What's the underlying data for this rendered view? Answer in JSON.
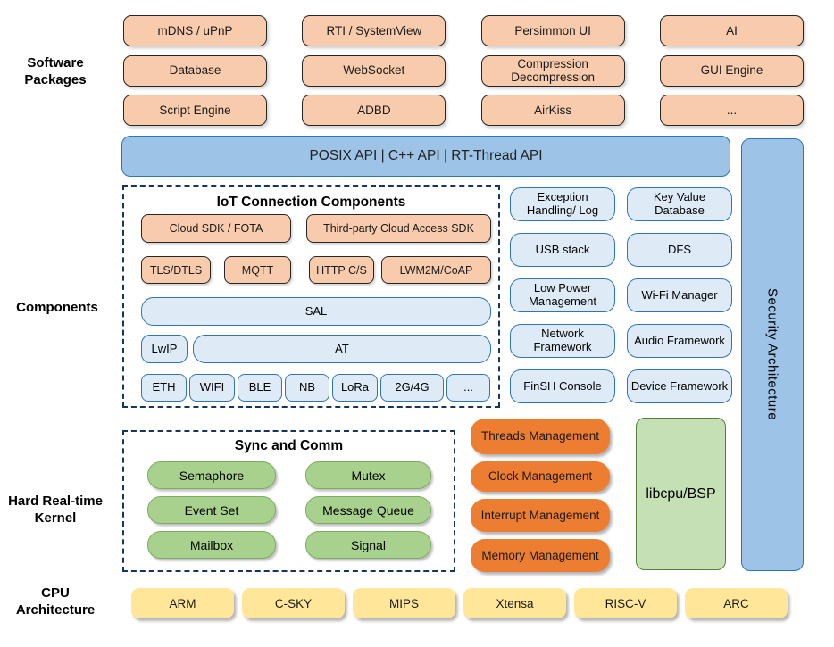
{
  "colors": {
    "peach": "#F8CBAD",
    "api_blue": "#9DC3E6",
    "light_blue": "#DEEBF7",
    "blue_border": "#2E75B6",
    "green": "#A9D18E",
    "light_green": "#C5E0B4",
    "orange": "#ED7D31",
    "yellow": "#FFE699",
    "dash_navy": "#17365D"
  },
  "side_labels": {
    "software_packages": "Software Packages",
    "components": "Components",
    "kernel": "Hard Real-time Kernel",
    "cpu": "CPU Architecture"
  },
  "software_packages": {
    "items": [
      "mDNS / uPnP",
      "RTI / SystemView",
      "Persimmon UI",
      "AI",
      "Database",
      "WebSocket",
      "Compression Decompression",
      "GUI Engine",
      "Script Engine",
      "ADBD",
      "AirKiss",
      "..."
    ]
  },
  "api_bar": {
    "label": "POSIX API | C++ API | RT-Thread API"
  },
  "security": {
    "label": "Security Architecture"
  },
  "iot": {
    "title": "IoT Connection Components",
    "cloud": [
      "Cloud SDK / FOTA",
      "Third-party Cloud Access SDK"
    ],
    "protocols": [
      "TLS/DTLS",
      "MQTT",
      "HTTP C/S",
      "LWM2M/CoAP"
    ],
    "sal": "SAL",
    "lwip": "LwIP",
    "at": "AT",
    "interfaces": [
      "ETH",
      "WIFI",
      "BLE",
      "NB",
      "LoRa",
      "2G/4G",
      "..."
    ]
  },
  "components_right": {
    "items": [
      "Exception Handling/ Log",
      "Key Value Database",
      "USB stack",
      "DFS",
      "Low Power Management",
      "Wi-Fi Manager",
      "Network Framework",
      "Audio Framework",
      "FinSH Console",
      "Device Framework"
    ]
  },
  "kernel": {
    "sync_title": "Sync and Comm",
    "sync_items": [
      "Semaphore",
      "Mutex",
      "Event Set",
      "Message Queue",
      "Mailbox",
      "Signal"
    ],
    "management": [
      "Threads Management",
      "Clock Management",
      "Interrupt Management",
      "Memory Management"
    ],
    "libcpu": "libcpu/BSP"
  },
  "cpu": {
    "items": [
      "ARM",
      "C-SKY",
      "MIPS",
      "Xtensa",
      "RISC-V",
      "ARC"
    ]
  }
}
